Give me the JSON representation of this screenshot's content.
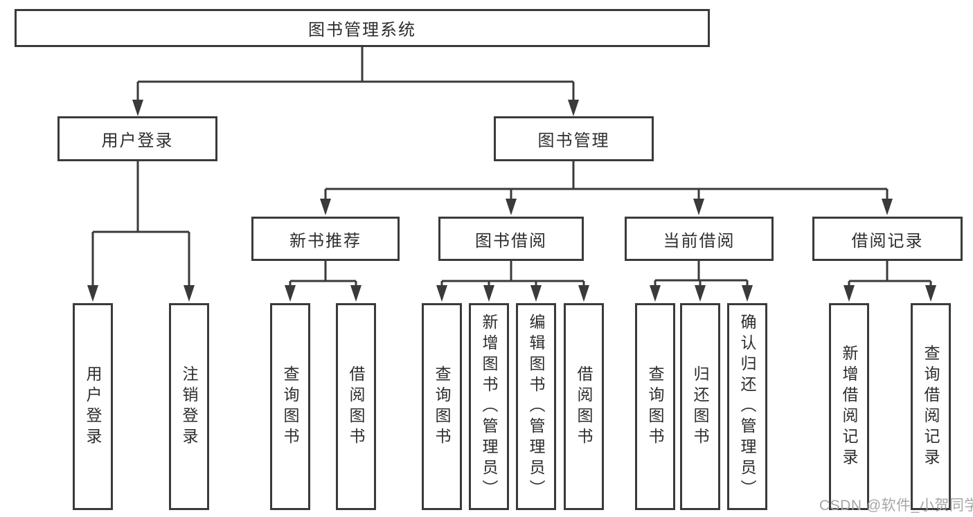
{
  "diagram": {
    "root": {
      "label": "图书管理系统"
    },
    "level2": [
      {
        "label": "用户登录"
      },
      {
        "label": "图书管理"
      }
    ],
    "level3": [
      {
        "label": "新书推荐"
      },
      {
        "label": "图书借阅"
      },
      {
        "label": "当前借阅"
      },
      {
        "label": "借阅记录"
      }
    ],
    "leaves": {
      "user_login": [
        {
          "label": "用户登录"
        },
        {
          "label": "注销登录"
        }
      ],
      "new_book_recommend": [
        {
          "label": "查询图书"
        },
        {
          "label": "借阅图书"
        }
      ],
      "book_borrowing": [
        {
          "label": "查询图书"
        },
        {
          "label": "新增图书（管理员）"
        },
        {
          "label": "编辑图书（管理员）"
        },
        {
          "label": "借阅图书"
        }
      ],
      "current_borrowing": [
        {
          "label": "查询图书"
        },
        {
          "label": "归还图书"
        },
        {
          "label": "确认归还（管理员）"
        }
      ],
      "borrowing_records": [
        {
          "label": "新增借阅记录"
        },
        {
          "label": "查询借阅记录"
        }
      ]
    },
    "watermark": "CSDN @软件_小贺同学",
    "colors": {
      "line": "#3a3a3a",
      "text": "#2d2d2d",
      "watermark": "#a6a6a6",
      "background": "#ffffff"
    }
  }
}
